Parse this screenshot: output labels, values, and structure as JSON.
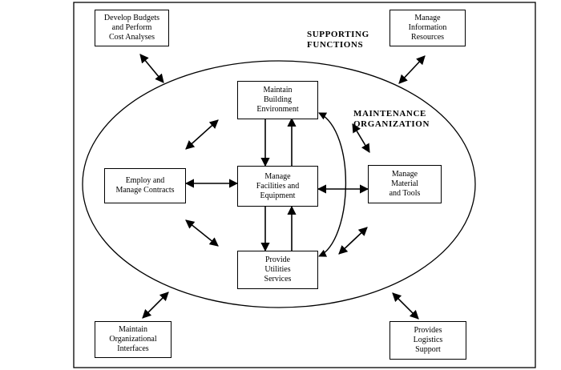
{
  "labels": {
    "supporting": "SUPPORTING\nFUNCTIONS",
    "maintenance": "MAINTENANCE\nORGANIZATION"
  },
  "boxes": {
    "budgets": "Develop Budgets\nand Perform\nCost Analyses",
    "information": "Manage\nInformation\nResources",
    "building": "Maintain\nBuilding\nEnvironment",
    "contracts": "Employ and\nManage Contracts",
    "facilities": "Manage\nFacilities and\nEquipment",
    "material": "Manage\nMaterial\nand Tools",
    "utilities": "Provide\nUtilities\nServices",
    "interfaces": "Maintain\nOrganizational\nInterfaces",
    "logistics": "Provides\nLogistics\nSupport"
  }
}
